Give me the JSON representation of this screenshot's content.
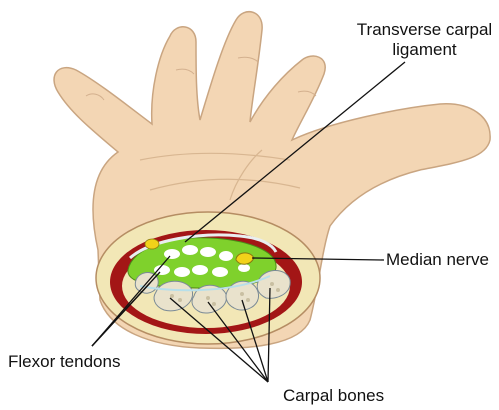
{
  "labels": {
    "transverse_carpal_ligament_line1": "Transverse carpal",
    "transverse_carpal_ligament_line2": "ligament",
    "median_nerve": "Median nerve",
    "flexor_tendons": "Flexor tendons",
    "carpal_bones": "Carpal bones"
  },
  "colors": {
    "skin": "#f3d6b4",
    "skin_outline": "#c9a581",
    "cross_section_fill": "#f2e7b6",
    "muscle_red": "#a31616",
    "carpal_tunnel_green": "#7fd12c",
    "tendon_white": "#ffffff",
    "nerve_yellow": "#f2d21a",
    "bone_fill": "#e9e2cc",
    "synovium_blue": "#b7dfea",
    "leader_line": "#111111"
  }
}
